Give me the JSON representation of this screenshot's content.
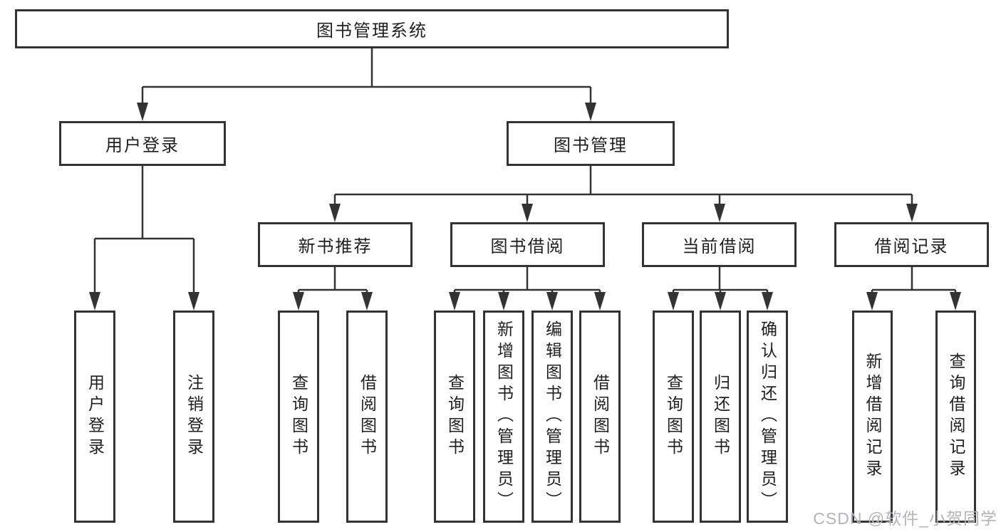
{
  "diagram": {
    "root": {
      "label": "图书管理系统"
    },
    "branches": [
      {
        "label": "用户登录",
        "children": [
          {
            "label": "用户登录"
          },
          {
            "label": "注销登录"
          }
        ]
      },
      {
        "label": "图书管理",
        "children": [
          {
            "label": "新书推荐",
            "children": [
              {
                "label": "查询图书"
              },
              {
                "label": "借阅图书"
              }
            ]
          },
          {
            "label": "图书借阅",
            "children": [
              {
                "label": "查询图书"
              },
              {
                "label": "新增图书（管理员）"
              },
              {
                "label": "编辑图书（管理员）"
              },
              {
                "label": "借阅图书"
              }
            ]
          },
          {
            "label": "当前借阅",
            "children": [
              {
                "label": "查询图书"
              },
              {
                "label": "归还图书"
              },
              {
                "label": "确认归还（管理员）"
              }
            ]
          },
          {
            "label": "借阅记录",
            "children": [
              {
                "label": "新增借阅记录"
              },
              {
                "label": "查询借阅记录"
              }
            ]
          }
        ]
      }
    ]
  },
  "watermark": {
    "text": "CSDN @软件_小贺同学"
  },
  "colors": {
    "line": "#333333",
    "box_border": "#333333",
    "box_fill": "#ffffff",
    "text": "#1f1f1f",
    "watermark": "#b4b4b7",
    "background": "#ffffff"
  }
}
